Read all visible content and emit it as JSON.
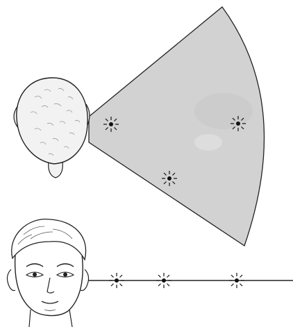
{
  "figure": {
    "colors": {
      "background": "#ffffff",
      "cone_fill": "#d2d2d2",
      "line": "#222222",
      "head_fill": "#f2f2f2",
      "marker": "#111111"
    },
    "panels": [
      {
        "id": "top",
        "head": "head-seen-from-above",
        "field_of_view": "wide-cone",
        "markers": 3
      },
      {
        "id": "bottom",
        "head": "face-front-view",
        "field_of_view": "line",
        "markers": 3
      }
    ]
  }
}
